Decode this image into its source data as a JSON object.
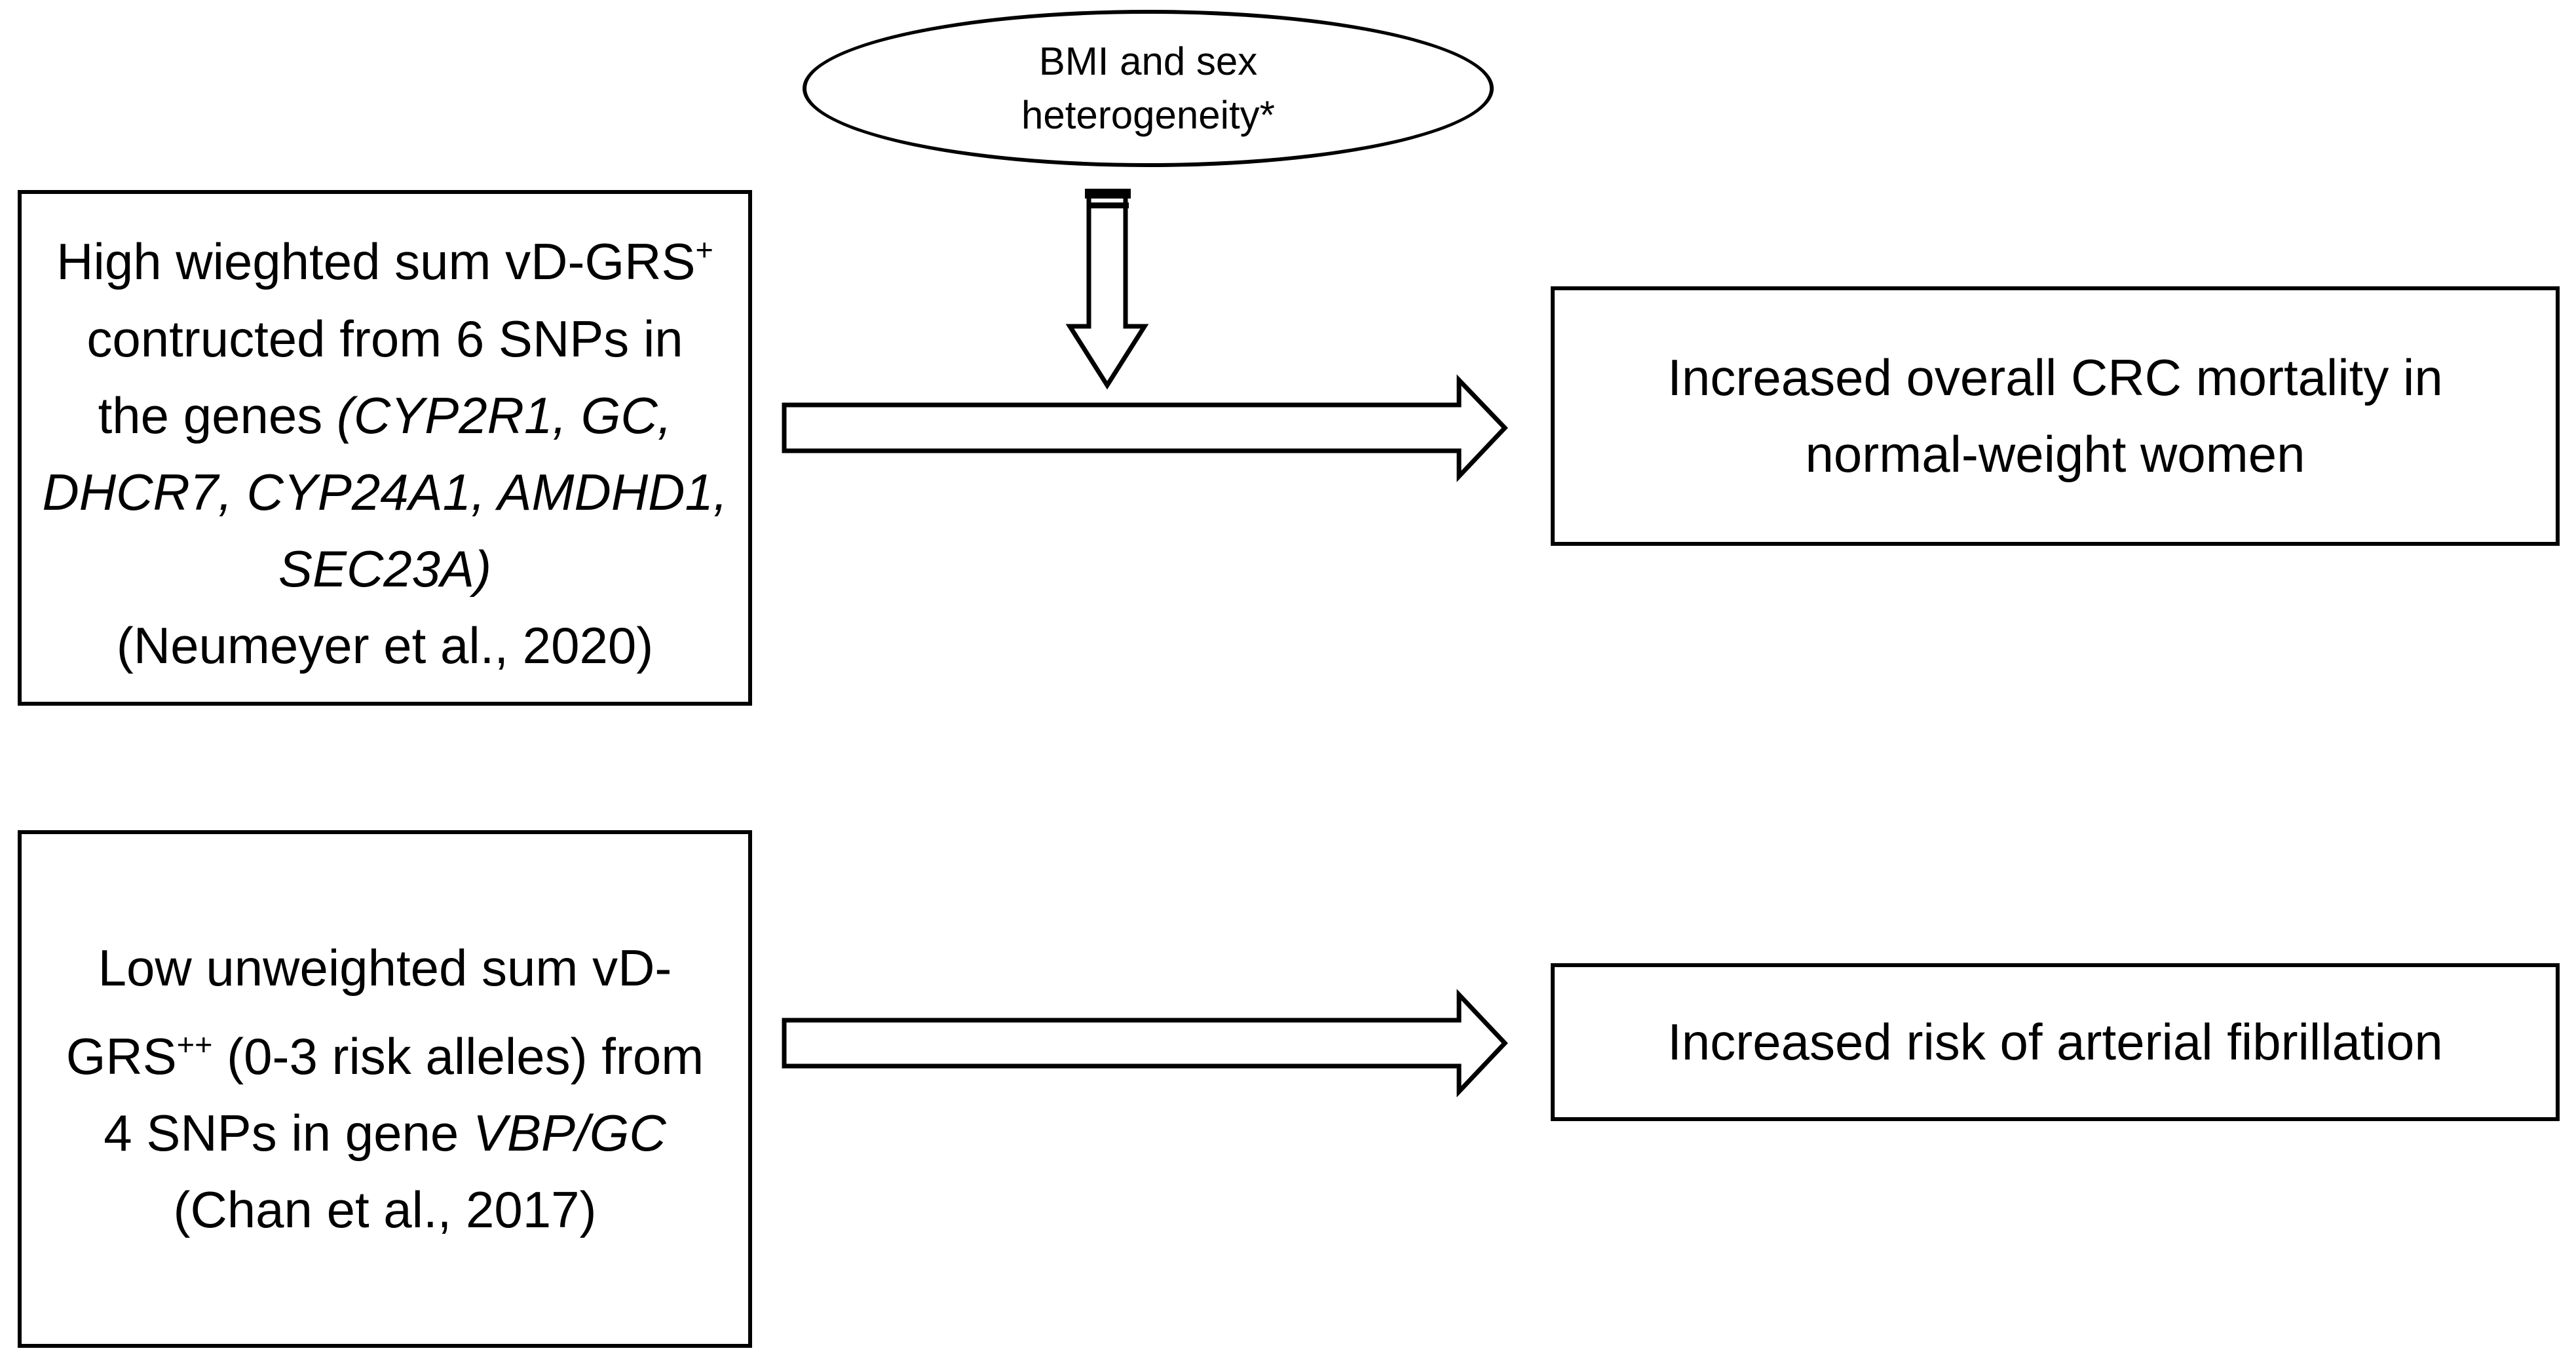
{
  "colors": {
    "background": "#ffffff",
    "stroke": "#000000",
    "shape_fill": "#ffffff"
  },
  "icons": {
    "moderator_arrow": "down-block-arrow-icon",
    "association_arrow_top": "right-block-arrow-icon",
    "association_arrow_bottom": "right-block-arrow-icon"
  },
  "ellipse": {
    "lines": [
      [
        {
          "t": "BMI and sex"
        }
      ],
      [
        {
          "t": "heterogeneity*"
        }
      ]
    ]
  },
  "boxes": {
    "exposure_top": {
      "lines": [
        [
          {
            "t": "High wieghted sum vD-GRS"
          },
          {
            "t": "+",
            "sup": true
          }
        ],
        [
          {
            "t": "contructed from 6 SNPs in"
          }
        ],
        [
          {
            "t": "the genes "
          },
          {
            "t": "(CYP2R1",
            "i": true
          },
          {
            "t": ", ",
            "i": true
          },
          {
            "t": "GC,",
            "i": true
          }
        ],
        [
          {
            "t": "DHCR7, CYP24A1, AMDHD1,",
            "i": true
          }
        ],
        [
          {
            "t": "SEC23A)",
            "i": true
          }
        ],
        [
          {
            "t": "(Neumeyer et al., 2020)"
          }
        ]
      ]
    },
    "exposure_bottom": {
      "lines": [
        [
          {
            "t": "Low unweighted sum vD-"
          }
        ],
        [
          {
            "t": "GRS"
          },
          {
            "t": "++",
            "sup": true
          },
          {
            "t": " (0-3 risk alleles) from"
          }
        ],
        [
          {
            "t": "4 SNPs in gene "
          },
          {
            "t": "VBP/GC",
            "i": true
          }
        ],
        [
          {
            "t": "(Chan et al., 2017)"
          }
        ]
      ]
    },
    "outcome_top": {
      "lines": [
        [
          {
            "t": "Increased overall CRC mortality in"
          }
        ],
        [
          {
            "t": "normal-weight women"
          }
        ]
      ]
    },
    "outcome_bottom": {
      "lines": [
        [
          {
            "t": "Increased risk of arterial fibrillation"
          }
        ]
      ]
    }
  }
}
